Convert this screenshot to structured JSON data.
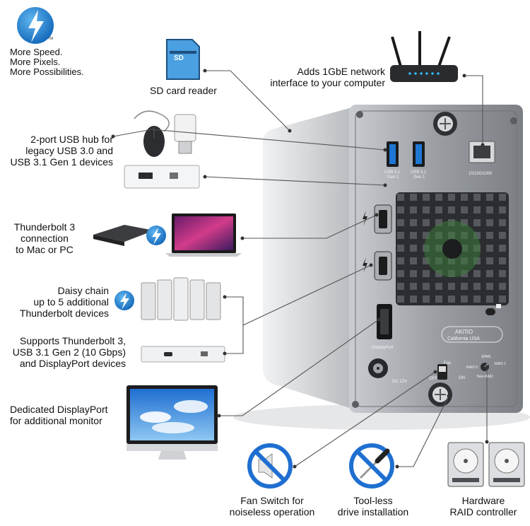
{
  "slogan": [
    "More Speed.",
    "More Pixels.",
    "More Possibilities."
  ],
  "callouts": {
    "sd": [
      "SD card reader"
    ],
    "network": [
      "Adds 1GbE network",
      "interface to your computer"
    ],
    "usb_hub": [
      "2-port USB hub for",
      "legacy USB 3.0 and",
      "USB 3.1 Gen 1 devices"
    ],
    "thunderbolt": [
      "Thunderbolt 3",
      "connection",
      "to Mac or PC"
    ],
    "daisy": [
      "Daisy chain",
      "up to 5 additional",
      "Thunderbolt devices"
    ],
    "supports": [
      "Supports Thunderbolt 3,",
      "USB 3.1 Gen 2 (10 Gbps)",
      "and DisplayPort devices"
    ],
    "displayport": [
      "Dedicated DisplayPort",
      "for additional monitor"
    ],
    "fan": [
      "Fan Switch for",
      "noiseless operation"
    ],
    "toolless": [
      "Tool-less",
      "drive installation"
    ],
    "raid": [
      "Hardware",
      "RAID controller"
    ]
  },
  "device_text": {
    "usb_left": [
      "USB 3.1",
      "Gen 1"
    ],
    "usb_right": [
      "USB 3.1",
      "Gen 1"
    ],
    "ethernet": "10/100/1000",
    "brand": "AKiTiO",
    "brand_sub": "California USA",
    "dp": "DisplayPort",
    "dc": "DC 12V",
    "fan_label": "Fan",
    "off": "OFF",
    "on": "ON",
    "span": "SPAN",
    "raid0": "RAID 0",
    "raid1": "RAID 1",
    "nonraid": "Non-RAID",
    "sd": "SD",
    "tm": "TM"
  },
  "colors": {
    "thunderbolt_blue": "#1e88d9",
    "prohibit_blue": "#1f6fd1",
    "chassis": "#8a8d92"
  }
}
